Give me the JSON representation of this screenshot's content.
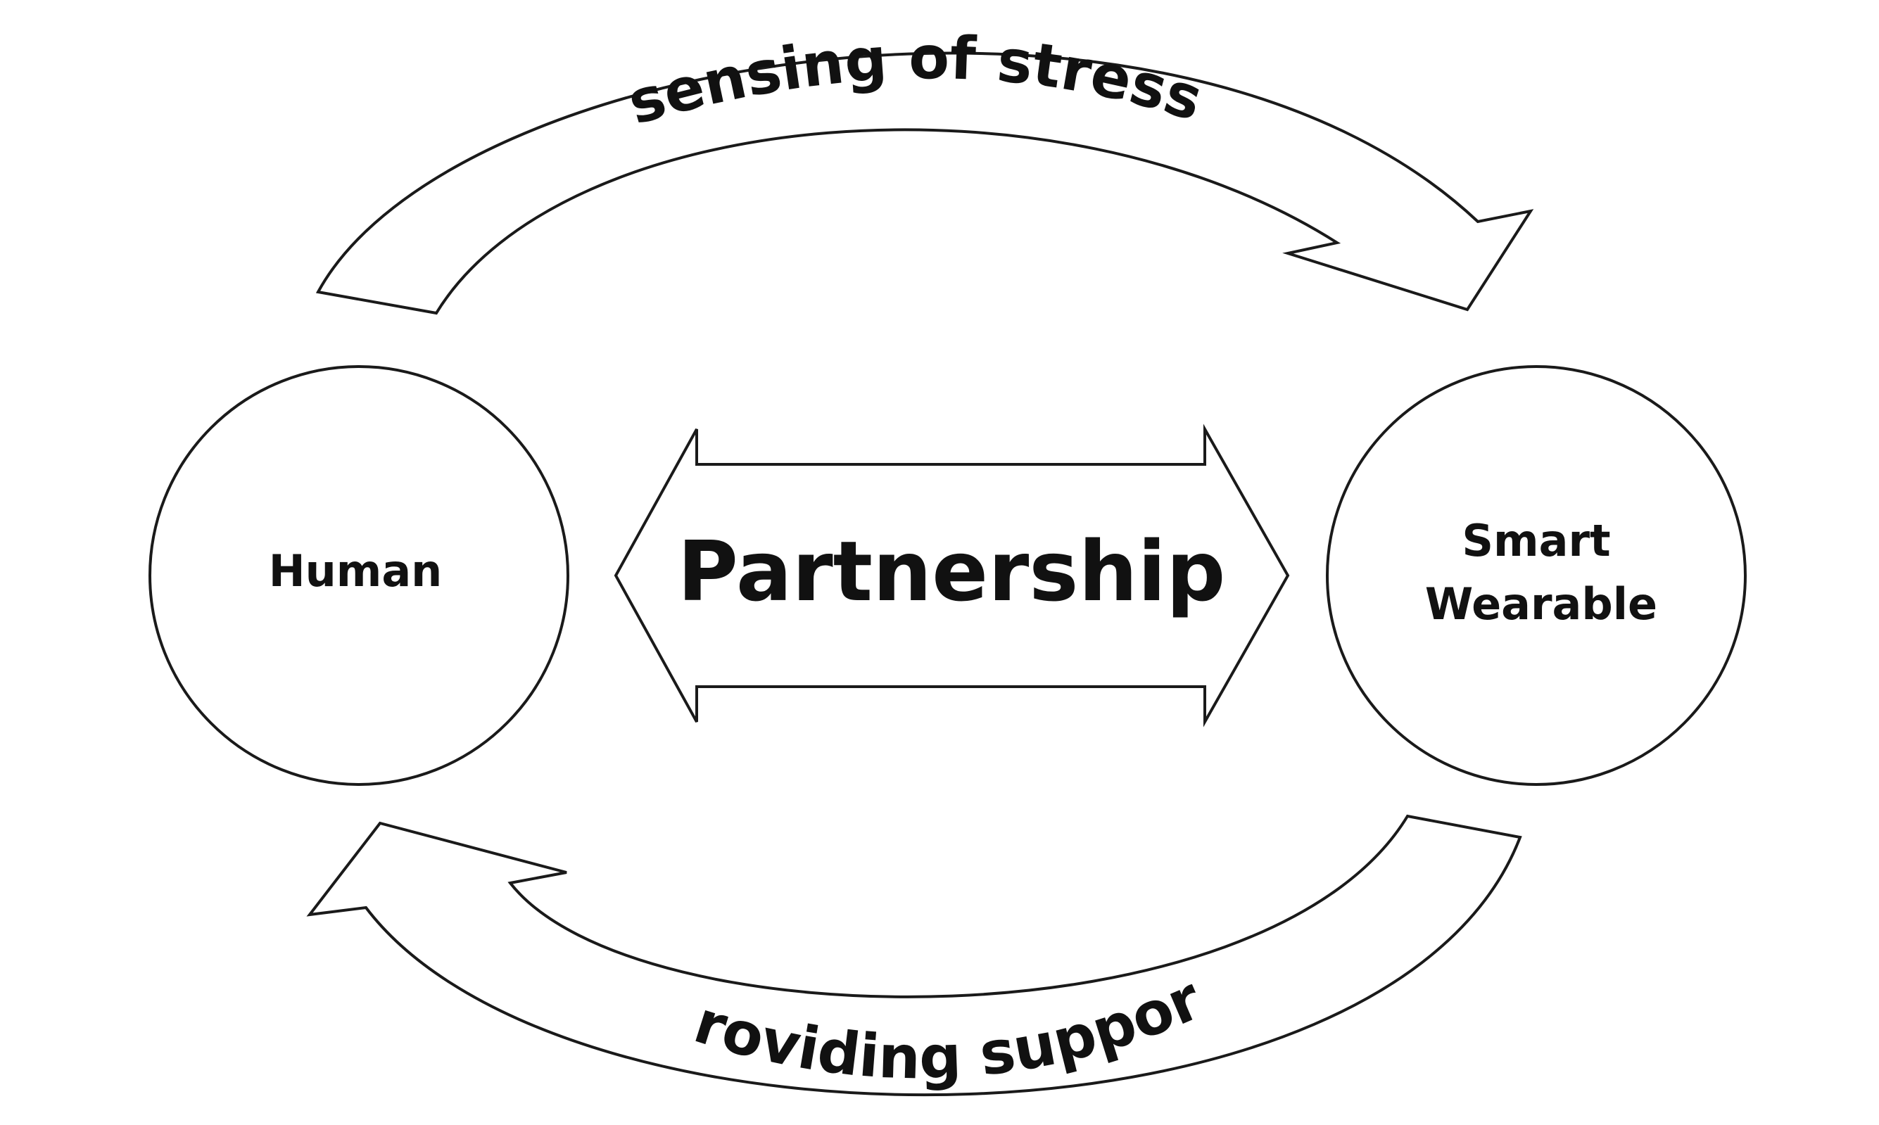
{
  "diagram": {
    "nodes": {
      "human": {
        "label": "Human"
      },
      "wearable": {
        "label_line1": "Smart",
        "label_line2": "Wearable"
      }
    },
    "center": {
      "label": "Partnership"
    },
    "arrows": {
      "top": {
        "label": "sensing of stress",
        "direction": "Human → Smart Wearable"
      },
      "bottom": {
        "label": "providing support",
        "direction": "Smart Wearable → Human"
      }
    },
    "colors": {
      "stroke": "#1a1a1a",
      "fill": "#ffffff",
      "text": "#111111"
    }
  }
}
